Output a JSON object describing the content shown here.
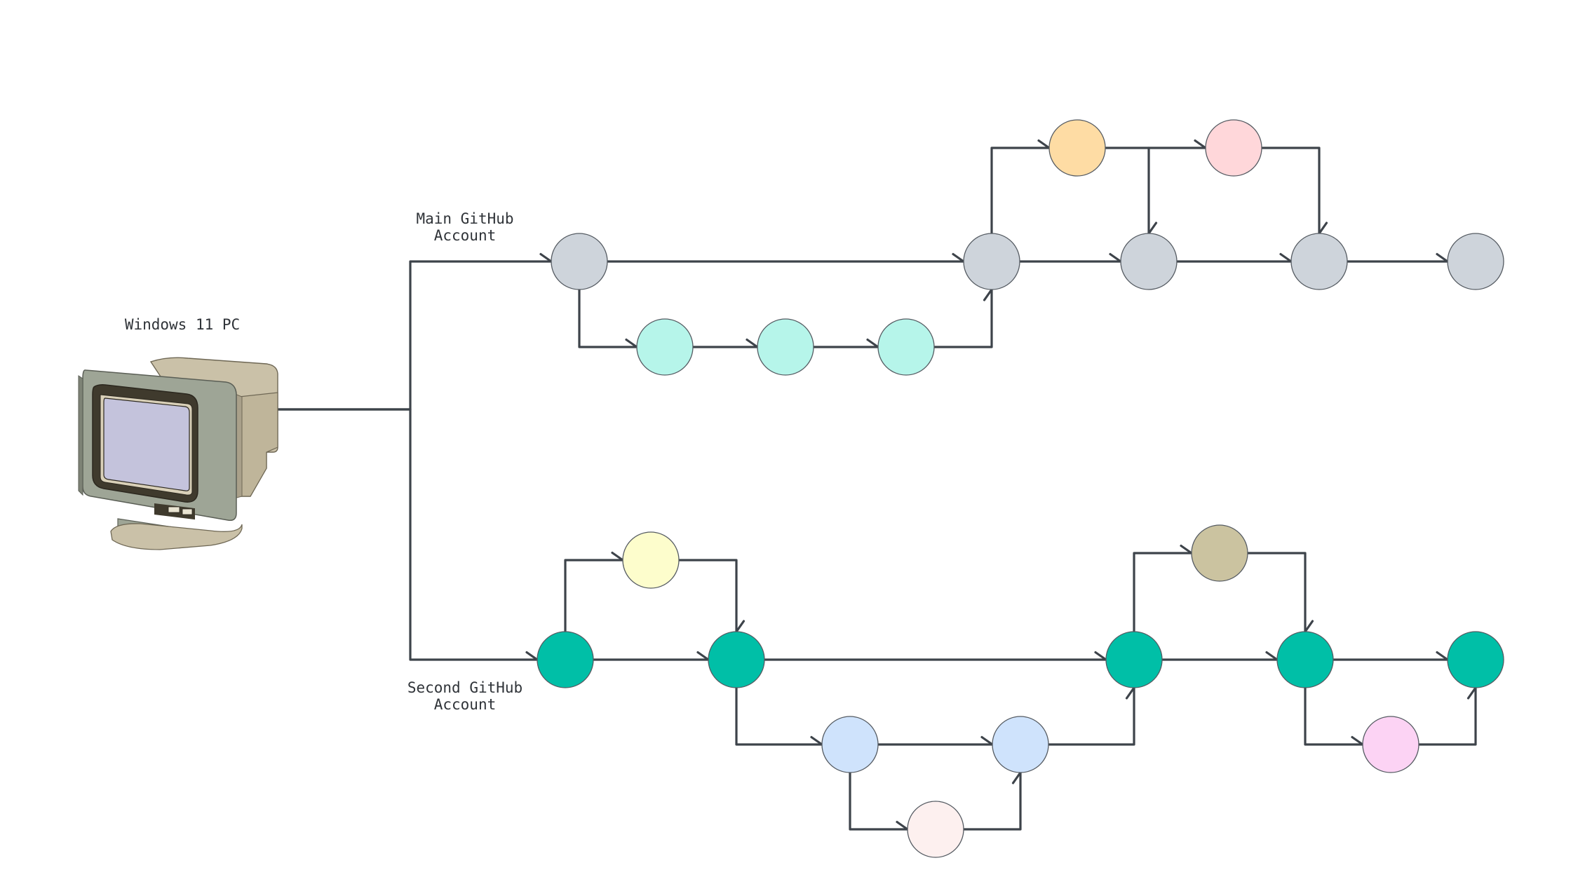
{
  "labels": {
    "pc": "Windows 11 PC",
    "main_account": "Main GitHub\nAccount",
    "second_account": "Second GitHub\nAccount"
  },
  "colors": {
    "gray": "#ced4db",
    "mint": "#b6f5ea",
    "peach": "#fedca4",
    "pink": "#ffd7da",
    "teal": "#00bfa7",
    "yellow": "#fdfdcc",
    "blue": "#cfe3fc",
    "blush": "#fdf0ef",
    "tan": "#cbc3a0",
    "magenta": "#fcd3f4",
    "line": "#3d434a"
  },
  "nodes": [
    {
      "id": "m1",
      "color": "gray"
    },
    {
      "id": "m2",
      "color": "gray"
    },
    {
      "id": "m3",
      "color": "gray"
    },
    {
      "id": "m4",
      "color": "gray"
    },
    {
      "id": "m5",
      "color": "gray"
    },
    {
      "id": "c1",
      "color": "mint"
    },
    {
      "id": "c2",
      "color": "mint"
    },
    {
      "id": "c3",
      "color": "mint"
    },
    {
      "id": "o1",
      "color": "peach"
    },
    {
      "id": "p1",
      "color": "pink"
    },
    {
      "id": "s1",
      "color": "teal"
    },
    {
      "id": "s2",
      "color": "teal"
    },
    {
      "id": "s3",
      "color": "teal"
    },
    {
      "id": "s4",
      "color": "teal"
    },
    {
      "id": "s5",
      "color": "teal"
    },
    {
      "id": "y1",
      "color": "yellow"
    },
    {
      "id": "b1",
      "color": "blue"
    },
    {
      "id": "b2",
      "color": "blue"
    },
    {
      "id": "r1",
      "color": "blush"
    },
    {
      "id": "t1",
      "color": "tan"
    },
    {
      "id": "g1",
      "color": "magenta"
    }
  ],
  "edges": [
    {
      "from": "pc",
      "to": "m1"
    },
    {
      "from": "pc",
      "to": "s1"
    },
    {
      "from": "m1",
      "to": "m2"
    },
    {
      "from": "m1",
      "to": "c1"
    },
    {
      "from": "c1",
      "to": "c2"
    },
    {
      "from": "c2",
      "to": "c3"
    },
    {
      "from": "c3",
      "to": "m2"
    },
    {
      "from": "m2",
      "to": "o1"
    },
    {
      "from": "m2",
      "to": "m3"
    },
    {
      "from": "o1",
      "to": "m3"
    },
    {
      "from": "o1",
      "to": "p1"
    },
    {
      "from": "m3",
      "to": "m4"
    },
    {
      "from": "p1",
      "to": "m4"
    },
    {
      "from": "m4",
      "to": "m5"
    },
    {
      "from": "s1",
      "to": "y1"
    },
    {
      "from": "y1",
      "to": "s2"
    },
    {
      "from": "s1",
      "to": "s2"
    },
    {
      "from": "s2",
      "to": "s3"
    },
    {
      "from": "s2",
      "to": "b1"
    },
    {
      "from": "b1",
      "to": "b2"
    },
    {
      "from": "b1",
      "to": "r1"
    },
    {
      "from": "r1",
      "to": "b2"
    },
    {
      "from": "b2",
      "to": "s3"
    },
    {
      "from": "s3",
      "to": "t1"
    },
    {
      "from": "t1",
      "to": "s4"
    },
    {
      "from": "s3",
      "to": "s4"
    },
    {
      "from": "s4",
      "to": "s5"
    },
    {
      "from": "s4",
      "to": "g1"
    },
    {
      "from": "g1",
      "to": "s5"
    }
  ]
}
